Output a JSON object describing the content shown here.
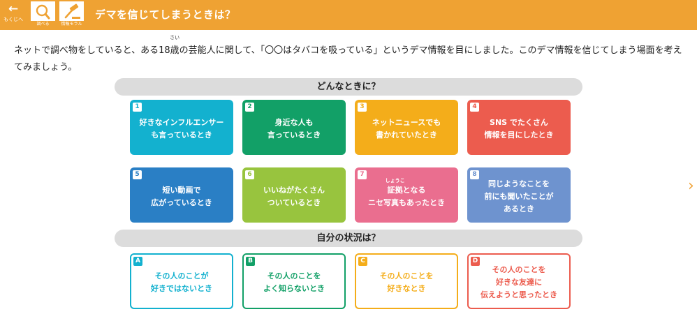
{
  "header": {
    "back_label": "もくじへ",
    "tools": [
      {
        "label": "調べる",
        "icon": "magnifier-icon"
      },
      {
        "label": "情報モラル",
        "icon": "gavel-icon"
      }
    ],
    "title": "デマを信じてしまうときは？"
  },
  "intro": {
    "part1": "ネットで調べ物をしていると、ある18",
    "ruby_base": "歳",
    "ruby_text": "さい",
    "part2": "の芸能人に関して、「〇〇はタバコを吸っている」というデマ情報を目にしました。このデマ情報を信じてしまう場面を考えてみましょう。"
  },
  "section_when": "どんなときに？",
  "when_cards": [
    {
      "num": "1",
      "line1": "好きなインフルエンサー",
      "line2": "も言っているとき",
      "color": "#13b1cf"
    },
    {
      "num": "2",
      "line1": "身近な人も",
      "line2": "言っているとき",
      "color": "#12a067"
    },
    {
      "num": "3",
      "line1": "ネットニュースでも",
      "line2": "書かれていたとき",
      "color": "#f4ad1a"
    },
    {
      "num": "4",
      "line1": "SNS でたくさん",
      "line2": "情報を目にしたとき",
      "color": "#ec5c4e"
    },
    {
      "num": "5",
      "line1": "短い動画で",
      "line2": "広がっているとき",
      "color": "#2a7fc5"
    },
    {
      "num": "6",
      "line1": "いいねがたくさん",
      "line2": "ついているとき",
      "color": "#98c43e"
    },
    {
      "num": "7",
      "ruby_base": "証拠",
      "ruby_text": "しょうこ",
      "line1_rest": "となる",
      "line2": "ニセ写真もあったとき",
      "color": "#ea6e8f"
    },
    {
      "num": "8",
      "line1": "同じようなことを",
      "line2": "前にも聞いたことが",
      "line3": "あるとき",
      "color": "#6e93cf"
    }
  ],
  "section_status": "自分の状況は？",
  "status_cards": [
    {
      "num": "A",
      "line1": "その人のことが",
      "line2": "好きではないとき",
      "color": "#13b1cf"
    },
    {
      "num": "B",
      "line1": "その人のことを",
      "line2": "よく知らないとき",
      "color": "#12a067"
    },
    {
      "num": "C",
      "line1": "その人のことを",
      "line2": "好きなとき",
      "color": "#f4ad1a"
    },
    {
      "num": "D",
      "line1": "その人のことを",
      "line2": "好きな友達に",
      "line3": "伝えようと思ったとき",
      "color": "#ec5c4e"
    }
  ],
  "colors": {
    "accent": "#efa233",
    "section_bar": "#dcdcdc"
  },
  "next_icon": "chevron-right-icon"
}
